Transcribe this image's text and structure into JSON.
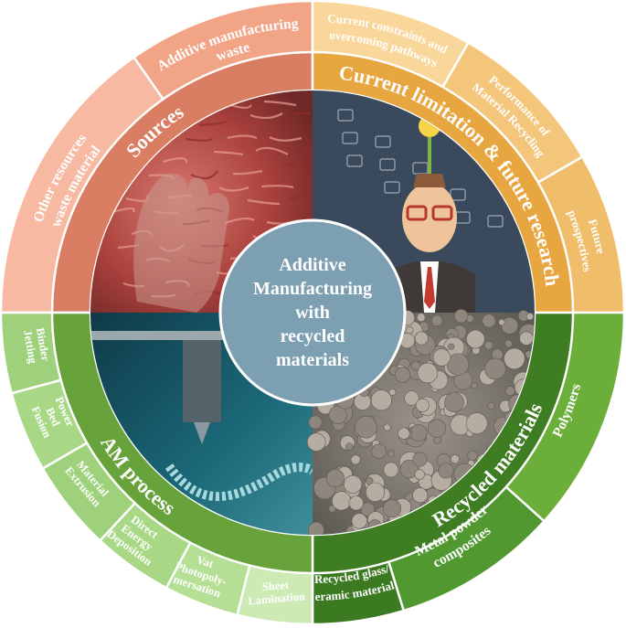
{
  "colors": {
    "sources_outer": "#f7b9a2",
    "sources_outer_top": "#f2a586",
    "sources_ring": "#d97e62",
    "limits_outer": "#f9d79a",
    "limits_ring": "#e8a640",
    "recycled_outer": "#6cae3a",
    "recycled_ring": "#3e7d21",
    "process_outer": "#9fd17c",
    "process_ring": "#67a33a",
    "center": "#7d9fb2"
  },
  "center": {
    "line1": "Additive",
    "line2": "Manufacturing",
    "line3": "with",
    "line4": "recycled",
    "line5": "materials"
  },
  "ring": {
    "sources": "Sources",
    "limits": "Current limitation & future research",
    "recycled": "Recycled materials",
    "process": "AM process"
  },
  "outer": {
    "am_waste_1": "Additive manufacturing",
    "am_waste_2": "waste",
    "other_1": "Other resources",
    "other_2": "waste material",
    "constraints_1": "Current constraints and",
    "constraints_2": "overcoming pathways",
    "performance_1": "Performance of",
    "performance_2": "Material Recycling",
    "future_1": "Future",
    "future_2": "prospectives",
    "polymers": "Polymers",
    "metal_1": "Metal powder",
    "metal_2": "composites",
    "glass_1": "Recycled glass/",
    "glass_2": "ceramic materials",
    "binder_1": "Binder",
    "binder_2": "Jetting",
    "pbf_1": "Power",
    "pbf_2": "Bed",
    "pbf_3": "Fusion",
    "mex_1": "Material",
    "mex_2": "Extrusion",
    "ded_1": "Direct",
    "ded_2": "Energy",
    "ded_3": "Deposition",
    "vat_1": "Vat",
    "vat_2": "Photopoly-",
    "vat_3": "mersation",
    "sheet_1": "Sheet",
    "sheet_2": "Lamination"
  }
}
